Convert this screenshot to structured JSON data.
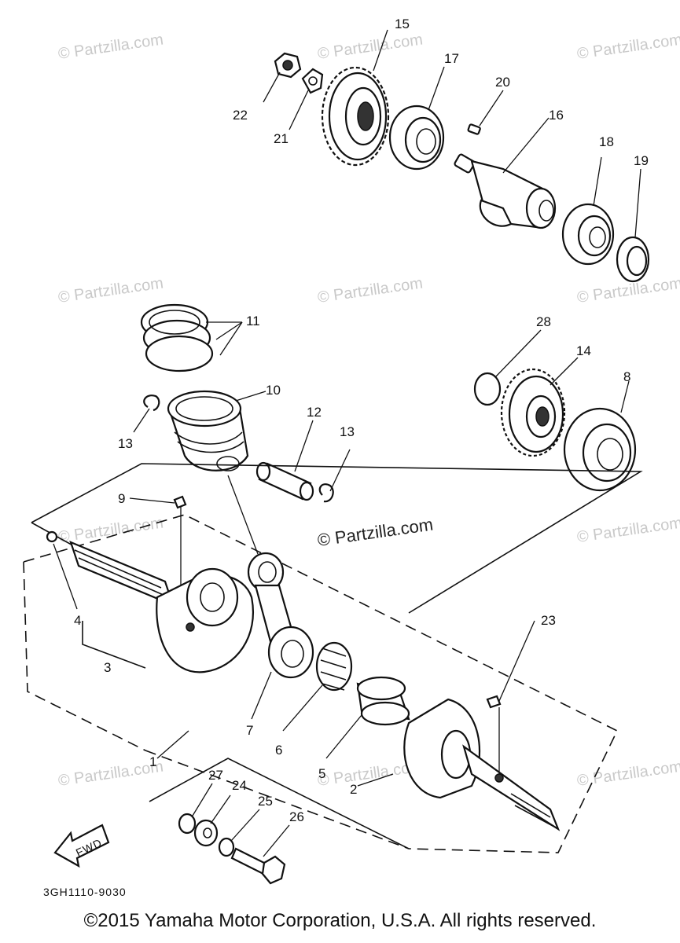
{
  "watermark": "© Partzilla.com",
  "diagram_code": "3GH1110-9030",
  "direction_label": "FWD",
  "copyright": "©2015 Yamaha Motor Corporation, U.S.A. All rights reserved.",
  "callouts": [
    "1",
    "2",
    "3",
    "4",
    "5",
    "6",
    "7",
    "8",
    "9",
    "10",
    "11",
    "12",
    "13",
    "13",
    "14",
    "15",
    "16",
    "17",
    "18",
    "19",
    "20",
    "21",
    "22",
    "23",
    "24",
    "25",
    "26",
    "27",
    "28"
  ]
}
